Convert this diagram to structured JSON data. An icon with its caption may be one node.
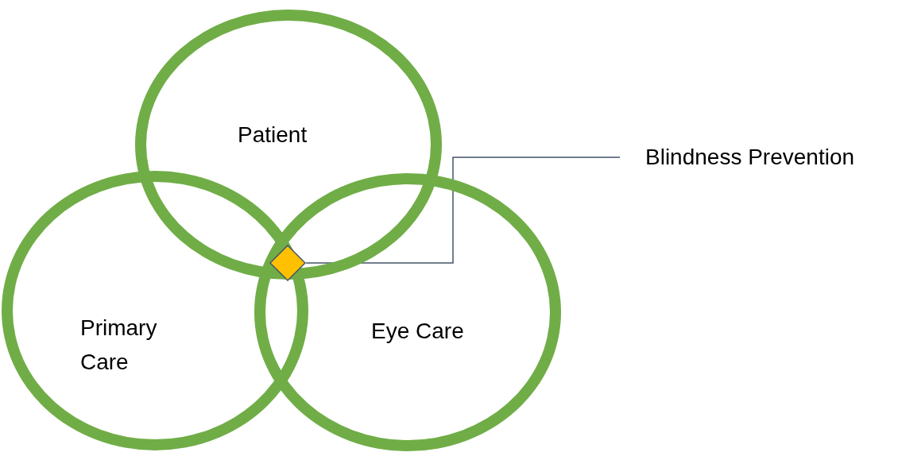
{
  "diagram": {
    "nodes": [
      {
        "text": [
          "Patient"
        ]
      },
      {
        "text": [
          "Primary Care"
        ]
      },
      {
        "text": [
          "Eye Care"
        ]
      },
      {
        "text": [],
        "shape": "diamond"
      },
      {
        "text": [
          "Blindness Prevention"
        ]
      }
    ],
    "edges": [
      {
        "from": 4,
        "to": 3,
        "arrow": "none"
      }
    ]
  }
}
